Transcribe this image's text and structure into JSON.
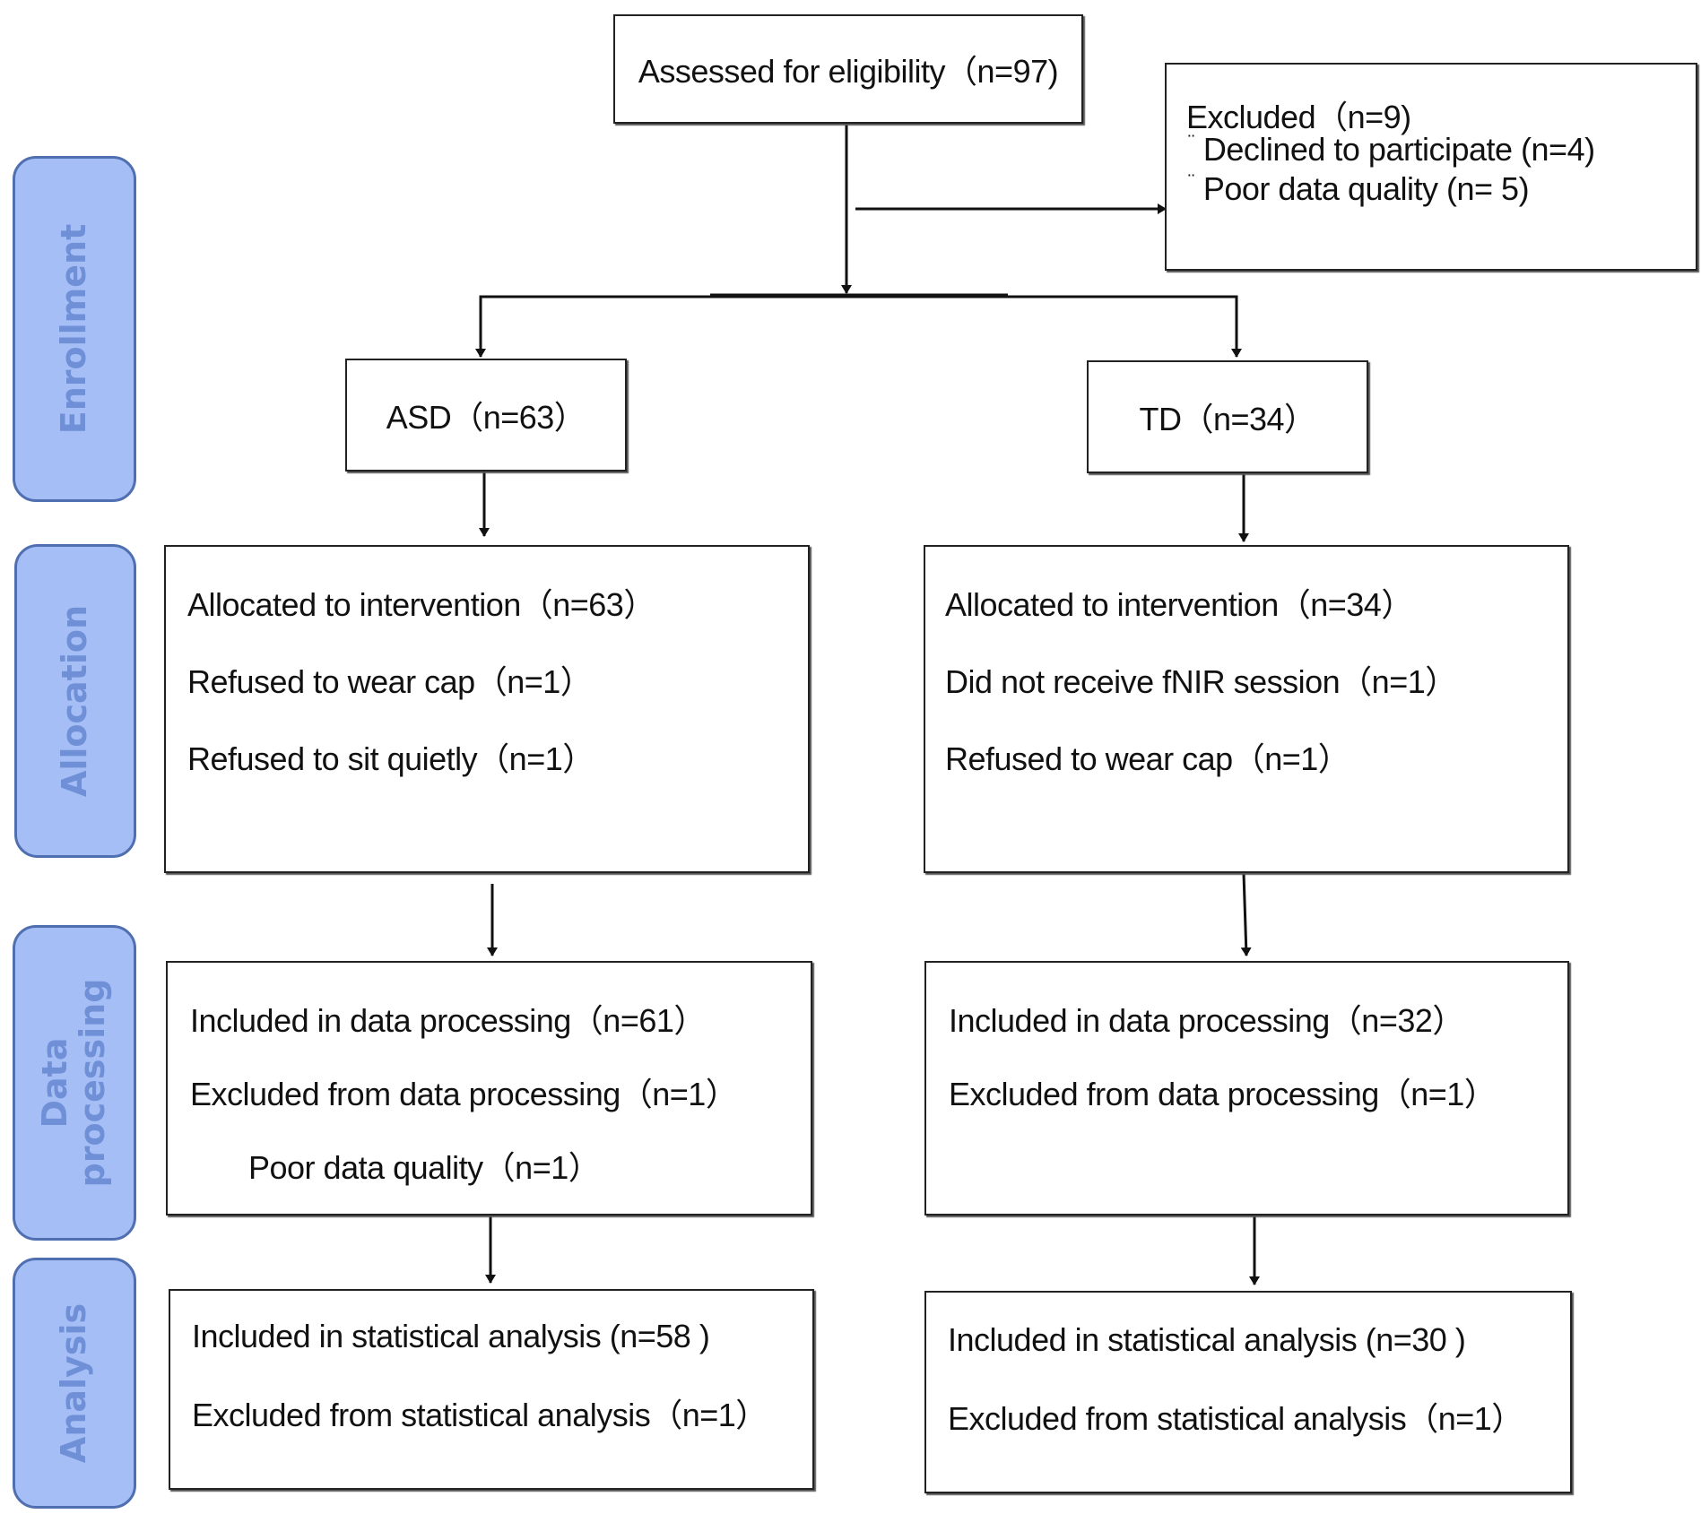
{
  "stages": {
    "enrollment": "Enrollment",
    "allocation": "Allocation",
    "data_processing": [
      "Data",
      "processing"
    ],
    "analysis": "Analysis"
  },
  "eligibility": "Assessed for eligibility（n=97)",
  "excluded": {
    "title": "Excluded（n=9)",
    "bullet": "¨",
    "items": [
      "Declined to participate (n=4)",
      "Poor data quality (n= 5)"
    ]
  },
  "asd": {
    "group": "ASD（n=63）",
    "allocation": [
      "Allocated to intervention（n=63）",
      "Refused to wear cap（n=1）",
      "Refused to sit quietly（n=1）"
    ],
    "processing": [
      "Included in data processing（n=61）",
      "Excluded from data processing（n=1）",
      "Poor data quality（n=1）"
    ],
    "analysis": [
      "Included in statistical analysis (n=58 )",
      "Excluded from statistical analysis（n=1）"
    ]
  },
  "td": {
    "group": "TD（n=34）",
    "allocation": [
      "Allocated to intervention（n=34）",
      "Did not receive fNIR session（n=1）",
      "Refused to wear cap（n=1）"
    ],
    "processing": [
      "Included in data processing（n=32）",
      "Excluded from data processing（n=1）"
    ],
    "analysis": [
      "Included in statistical analysis (n=30 )",
      "Excluded from statistical analysis（n=1）"
    ]
  }
}
